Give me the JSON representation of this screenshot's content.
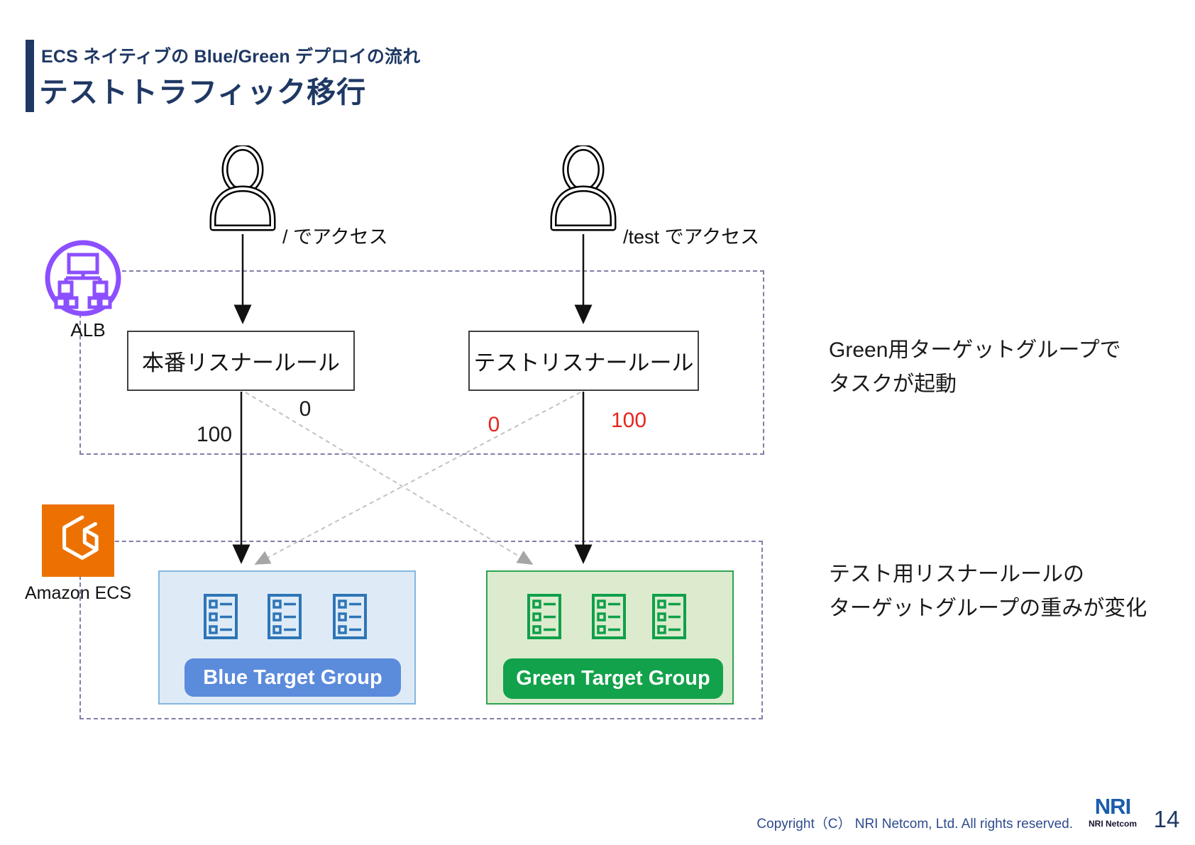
{
  "slide": {
    "subtitle": "ECS ネイティブの Blue/Green デプロイの流れ",
    "title": "テストトラフィック移行"
  },
  "diagram": {
    "user_prod": {
      "access_label": "/ でアクセス",
      "icon": "user-icon"
    },
    "user_test": {
      "access_label": "/test でアクセス",
      "icon": "user-icon"
    },
    "alb": {
      "label": "ALB",
      "icon": "load-balancer-icon",
      "color": "#8C4FFF"
    },
    "ecs": {
      "label": "Amazon ECS",
      "icon": "amazon-ecs-icon",
      "color": "#ED7100"
    },
    "listeners": {
      "production": "本番リスナールール",
      "test": "テストリスナールール"
    },
    "weights": {
      "prod_to_blue": "100",
      "prod_to_green": "0",
      "test_to_blue": "0",
      "test_to_green": "100",
      "prod_color": "#1a1a1a",
      "test_color": "#E7251D"
    },
    "target_groups": {
      "blue": {
        "label": "Blue Target Group",
        "pill_color": "#5B8BDB",
        "box_fill": "#DEEBF7",
        "task_icon": "task-list-icon",
        "task_count": 3
      },
      "green": {
        "label": "Green Target Group",
        "pill_color": "#12A24B",
        "box_fill": "#DCEBCE",
        "task_icon": "task-list-icon",
        "task_count": 3
      }
    }
  },
  "annotations": {
    "right_top": [
      "Green用ターゲットグループで",
      "タスクが起動"
    ],
    "right_bottom": [
      "テスト用リスナールールの",
      "ターゲットグループの重みが変化"
    ]
  },
  "footer": {
    "copyright": "Copyright（C） NRI Netcom, Ltd. All rights reserved.",
    "logo_text": "NRI",
    "logo_subtext": "NRI Netcom",
    "page_number": "14"
  },
  "colors": {
    "title_navy": "#1F3864",
    "zone_dash": "#7F7FA8",
    "red_accent": "#E7251D",
    "alb_purple": "#8C4FFF",
    "ecs_orange": "#ED7100"
  }
}
